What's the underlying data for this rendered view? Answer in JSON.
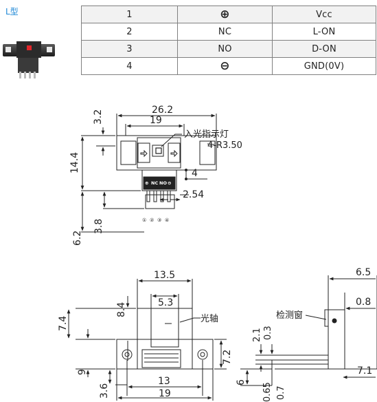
{
  "header": {
    "type_label": "L型"
  },
  "pin_table": {
    "rows": [
      {
        "pin": "1",
        "symbol": "⊕",
        "symbol_name": "plus-circle-icon",
        "function": "Vcc"
      },
      {
        "pin": "2",
        "symbol": "NC",
        "function": "L-ON"
      },
      {
        "pin": "3",
        "symbol": "NO",
        "function": "D-ON"
      },
      {
        "pin": "4",
        "symbol": "⊖",
        "symbol_name": "minus-circle-icon",
        "function": "GND(0V)"
      }
    ]
  },
  "drawing_top": {
    "dim_width": "26.2",
    "dim_inner": "19",
    "dim_top_offset": "3.2",
    "dim_height": "14.4",
    "dim_right": "4",
    "dim_pin_pitch": "2.54",
    "dim_pin_len": "3.8",
    "dim_total": "6.2",
    "note_indicator": "入光指示灯",
    "note_radius": "4-R3.50",
    "pin_labels": [
      "⊕",
      "NC",
      "NO",
      "⊖"
    ],
    "pin_numbers": [
      "①",
      "②",
      "③",
      "④"
    ]
  },
  "drawing_front": {
    "dim_width": "13.5",
    "dim_gap": "5.3",
    "dim_slot_depth": "8.4",
    "dim_height": "7.4",
    "dim_base": "9",
    "dim_bottom": "3.6",
    "dim_right": "7.2",
    "dim_hole_pitch": "13",
    "dim_total": "19",
    "note_axis": "光轴"
  },
  "drawing_side": {
    "dim_top": "6.5",
    "dim_mid": "0.8",
    "dim_window": "2.1",
    "dim_window2": "0.3",
    "dim_base": "6",
    "dim_pin": "0.65",
    "dim_pin2": "0.7",
    "dim_bottom": "7.1",
    "note_window": "检测窗"
  },
  "colors": {
    "label_blue": "#1f88d6",
    "indicator_red": "#e3262b",
    "line": "#222222",
    "table_border": "#7f7f7f",
    "row_shade": "#f2f2f2"
  }
}
